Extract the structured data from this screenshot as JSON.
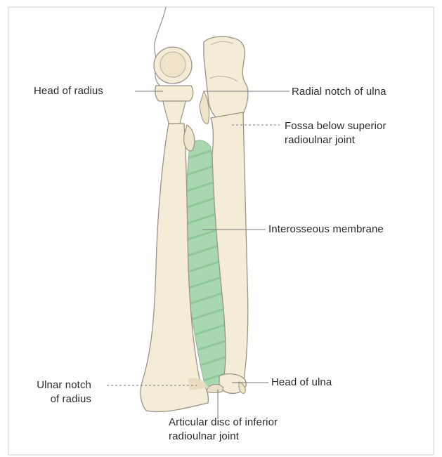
{
  "figure": {
    "colors": {
      "bone_fill": "#f5ecd7",
      "bone_outline": "#9a9487",
      "membrane_fill": "#a9d8b0",
      "membrane_stripes": "#8ec89a",
      "leader_line": "#777777",
      "label_text": "#2a2a2a"
    },
    "structures": [
      "radius",
      "ulna",
      "interosseous-membrane",
      "articular-disc"
    ]
  },
  "labels": {
    "head_of_radius": "Head of radius",
    "radial_notch_of_ulna": "Radial notch of ulna",
    "fossa_line1": "Fossa below superior",
    "fossa_line2": "radioulnar joint",
    "interosseous_membrane": "Interosseous membrane",
    "ulnar_notch_line1": "Ulnar notch",
    "ulnar_notch_line2": "of radius",
    "head_of_ulna": "Head of ulna",
    "articular_disc_line1": "Articular disc of inferior",
    "articular_disc_line2": "radioulnar joint"
  }
}
